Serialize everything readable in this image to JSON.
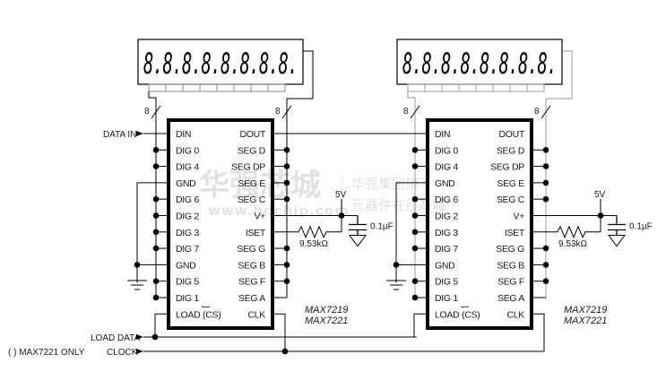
{
  "watermark": {
    "brand": "华强芯城",
    "url": "www.hqchip.com",
    "slogan_line1": "华强集团旗下",
    "slogan_line2": "元器件在线商城"
  },
  "displays": [
    {
      "digits": "8.8.8.8.8.8.8.8."
    },
    {
      "digits": "8.8.8.8.8.8.8.8."
    }
  ],
  "bus_width_label": "8",
  "chips": [
    {
      "part_line1": "MAX7219",
      "part_line2": "MAX7221",
      "left_pins": [
        "DIN",
        "DIG 0",
        "DIG 4",
        "GND",
        "DIG 6",
        "DIG 2",
        "DIG 3",
        "DIG 7",
        "GND",
        "DIG 5",
        "DIG 1",
        "LOAD (CS)"
      ],
      "right_pins": [
        "DOUT",
        "SEG D",
        "SEG DP",
        "SEG E",
        "SEG C",
        "V+",
        "ISET",
        "SEG G",
        "SEG B",
        "SEG F",
        "SEG A",
        "CLK"
      ]
    },
    {
      "part_line1": "MAX7219",
      "part_line2": "MAX7221",
      "left_pins": [
        "DIN",
        "DIG 0",
        "DIG 4",
        "GND",
        "DIG 6",
        "DIG 2",
        "DIG 3",
        "DIG 7",
        "GND",
        "DIG 5",
        "DIG 1",
        "LOAD (CS)"
      ],
      "right_pins": [
        "DOUT",
        "SEG D",
        "SEG DP",
        "SEG E",
        "SEG C",
        "V+",
        "ISET",
        "SEG G",
        "SEG B",
        "SEG F",
        "SEG A",
        "CLK"
      ]
    }
  ],
  "supply": {
    "voltage": "5V",
    "capacitor": "0.1µF",
    "resistor": "9.53kΩ"
  },
  "signals": {
    "data_in": "DATA IN",
    "load_data": "LOAD DATA",
    "clock": "CLOCK"
  },
  "footnote": "( ) MAX7221 ONLY"
}
